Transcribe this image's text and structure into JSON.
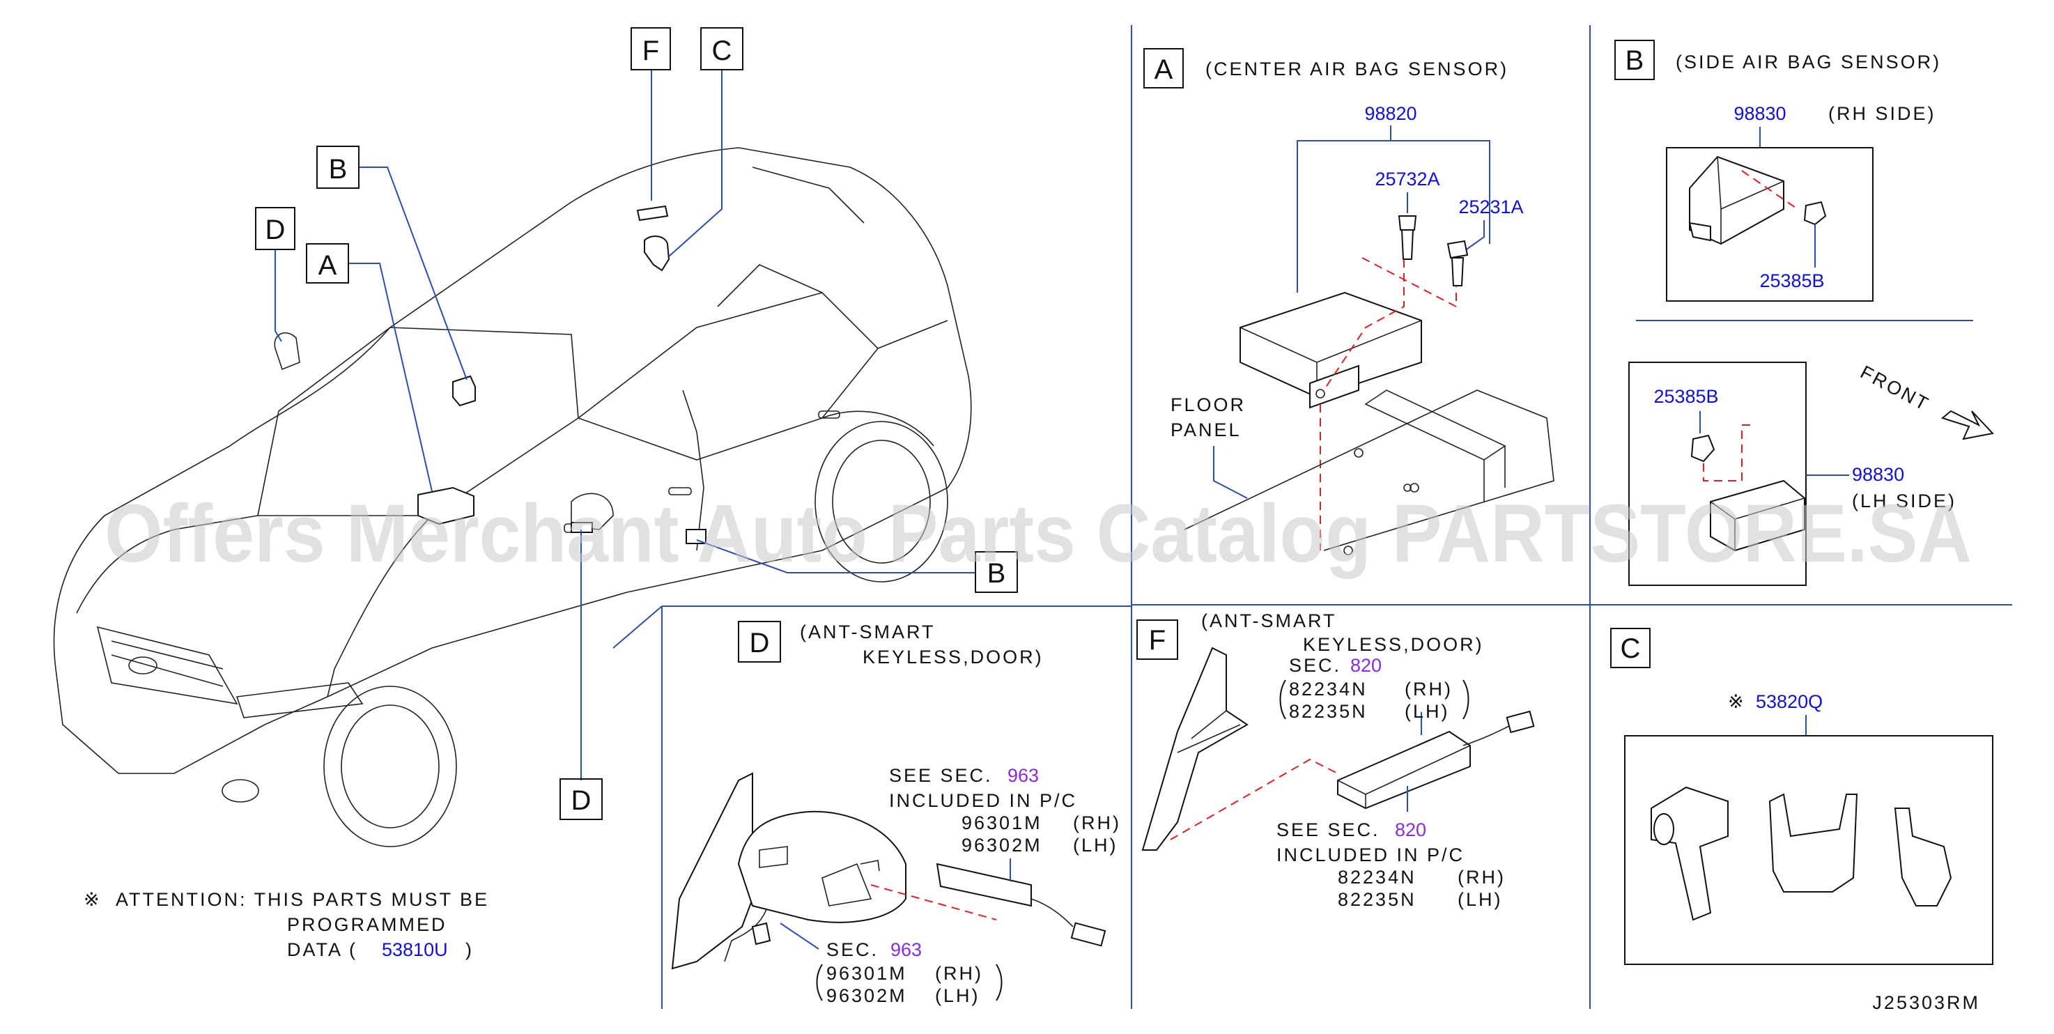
{
  "callouts": {
    "car": {
      "F": "F",
      "C": "C",
      "B_top": "B",
      "D_top": "D",
      "A": "A",
      "B_bottom": "B",
      "D_bottom": "D"
    }
  },
  "panel_A": {
    "letter": "A",
    "title": "(CENTER  AIR  BAG  SENSOR)",
    "pn_main": "98820",
    "pn_bolt": "25732A",
    "pn_nut": "25231A",
    "floor_label": [
      "FLOOR",
      "PANEL"
    ]
  },
  "panel_B": {
    "letter": "B",
    "title": "(SIDE  AIR  BAG  SENSOR)",
    "pn_rh": "98830",
    "rh_label": "(RH  SIDE)",
    "pn_nut_rh": "25385B",
    "pn_nut_lh": "25385B",
    "pn_lh": "98830",
    "lh_label": "(LH  SIDE)",
    "front_label": "FRONT"
  },
  "panel_C": {
    "letter": "C",
    "pn": "53820Q",
    "mark": "※"
  },
  "panel_D": {
    "letter": "D",
    "title_1": "(ANT-SMART",
    "title_2": "KEYLESS,DOOR)",
    "see_sec": "SEE  SEC.",
    "see_sec_num": "963",
    "included": "INCLUDED  IN  P/C",
    "pn1": "96301M",
    "pn1_side": "(RH)",
    "pn2": "96302M",
    "pn2_side": "(LH)",
    "sec": "SEC.",
    "sec_num": "963",
    "pn3": "96301M",
    "pn3_side": "(RH)",
    "pn4": "96302M",
    "pn4_side": "(LH)"
  },
  "panel_F": {
    "letter": "F",
    "title_1": "(ANT-SMART",
    "title_2": "KEYLESS,DOOR)",
    "sec": "SEC.",
    "sec_num": "820",
    "pn1": "82234N",
    "pn1_side": "(RH)",
    "pn2": "82235N",
    "pn2_side": "(LH)",
    "see_sec": "SEE  SEC.",
    "see_sec_num": "820",
    "included": "INCLUDED  IN  P/C",
    "pn3": "82234N",
    "pn3_side": "(RH)",
    "pn4": "82235N",
    "pn4_side": "(LH)"
  },
  "attention": {
    "mark": "※",
    "line1": "ATTENTION:  THIS  PARTS  MUST  BE",
    "line2": "PROGRAMMED",
    "line3_pre": "DATA  (",
    "pn": "53810U",
    "line3_post": ")"
  },
  "diagram_code": "J25303RM",
  "watermark": "Offers Merchant Auto Parts Catalog PARTSTORE.SA",
  "colors": {
    "part_number": "#1010d8",
    "section": "#8a2be2",
    "leader": "#2a4fb0",
    "dashed": "#e02020"
  }
}
